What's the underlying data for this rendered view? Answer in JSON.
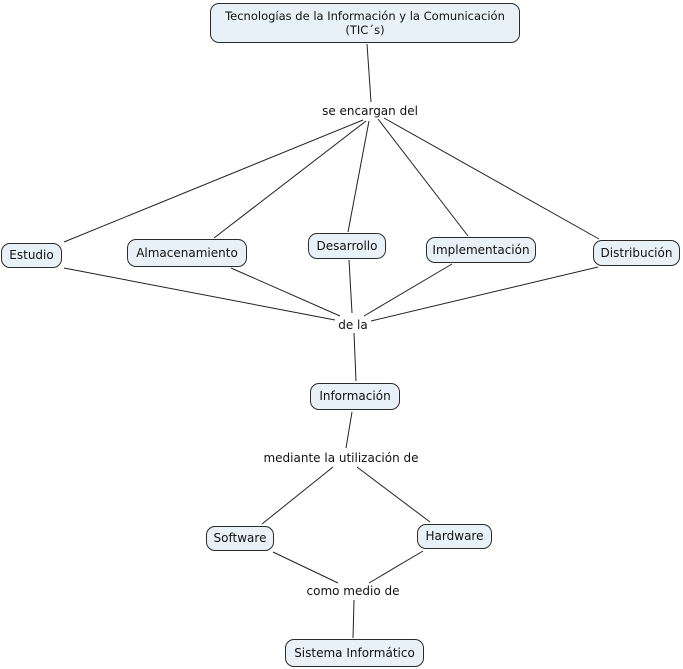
{
  "diagram": {
    "type": "concept-map",
    "background_color": "#ffffff",
    "node_fill_color": "#e8f1f7",
    "node_border_color": "#2b2b2b",
    "connector_color": "#222222",
    "nodes": [
      {
        "id": "tics",
        "type": "concept",
        "label": "Tecnologías de la Información y la Comunicación\n(TIC´s)"
      },
      {
        "id": "se-encargan-del",
        "type": "linking-phrase",
        "label": "se encargan del"
      },
      {
        "id": "estudio",
        "type": "concept",
        "label": "Estudio"
      },
      {
        "id": "almacenamiento",
        "type": "concept",
        "label": "Almacenamiento"
      },
      {
        "id": "desarrollo",
        "type": "concept",
        "label": "Desarrollo"
      },
      {
        "id": "implementacion",
        "type": "concept",
        "label": "Implementación"
      },
      {
        "id": "distribucion",
        "type": "concept",
        "label": "Distribución"
      },
      {
        "id": "de-la",
        "type": "linking-phrase",
        "label": "de la"
      },
      {
        "id": "informacion",
        "type": "concept",
        "label": "Información"
      },
      {
        "id": "mediante",
        "type": "linking-phrase",
        "label": "mediante la utilización de"
      },
      {
        "id": "software",
        "type": "concept",
        "label": "Software"
      },
      {
        "id": "hardware",
        "type": "concept",
        "label": "Hardware"
      },
      {
        "id": "como-medio-de",
        "type": "linking-phrase",
        "label": "como medio de"
      },
      {
        "id": "sistema-informatico",
        "type": "concept",
        "label": "Sistema Informático"
      }
    ],
    "edges": [
      {
        "from": "tics",
        "to": "se-encargan-del"
      },
      {
        "from": "se-encargan-del",
        "to": "estudio"
      },
      {
        "from": "se-encargan-del",
        "to": "almacenamiento"
      },
      {
        "from": "se-encargan-del",
        "to": "desarrollo"
      },
      {
        "from": "se-encargan-del",
        "to": "implementacion"
      },
      {
        "from": "se-encargan-del",
        "to": "distribucion"
      },
      {
        "from": "estudio",
        "to": "de-la"
      },
      {
        "from": "almacenamiento",
        "to": "de-la"
      },
      {
        "from": "desarrollo",
        "to": "de-la"
      },
      {
        "from": "implementacion",
        "to": "de-la"
      },
      {
        "from": "distribucion",
        "to": "de-la"
      },
      {
        "from": "de-la",
        "to": "informacion"
      },
      {
        "from": "informacion",
        "to": "mediante"
      },
      {
        "from": "mediante",
        "to": "software"
      },
      {
        "from": "mediante",
        "to": "hardware"
      },
      {
        "from": "software",
        "to": "como-medio-de"
      },
      {
        "from": "hardware",
        "to": "como-medio-de"
      },
      {
        "from": "como-medio-de",
        "to": "sistema-informatico"
      }
    ]
  }
}
